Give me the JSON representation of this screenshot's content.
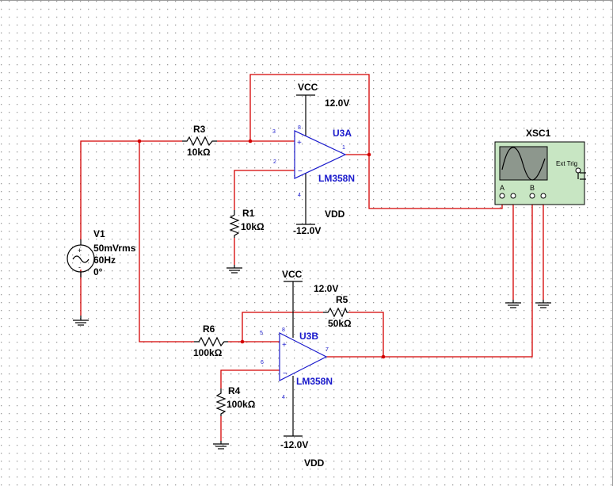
{
  "components": {
    "R3": {
      "ref": "R3",
      "value": "10kΩ"
    },
    "R1": {
      "ref": "R1",
      "value": "10kΩ"
    },
    "R5": {
      "ref": "R5",
      "value": "50kΩ"
    },
    "R6": {
      "ref": "R6",
      "value": "100kΩ"
    },
    "R4": {
      "ref": "R4",
      "value": "100kΩ"
    },
    "V1": {
      "ref": "V1",
      "amplitude": "50mVrms",
      "frequency": "60Hz",
      "phase": "0°"
    },
    "U3A": {
      "ref": "U3A",
      "part": "LM358N",
      "pins": {
        "noninv": "3",
        "inv": "2",
        "out": "1",
        "vplus": "8",
        "vminus": "4"
      }
    },
    "U3B": {
      "ref": "U3B",
      "part": "LM358N",
      "pins": {
        "noninv": "5",
        "inv": "6",
        "out": "7",
        "vplus": "8",
        "vminus": "4"
      }
    },
    "XSC1": {
      "ref": "XSC1",
      "ext_trig": "Ext Trig",
      "channel_a": "A",
      "channel_b": "B"
    }
  },
  "power": {
    "vcc_top": "VCC",
    "vcc_top_value": "12.0V",
    "vdd_top": "VDD",
    "vdd_top_value": "-12.0V",
    "vcc_bottom": "VCC",
    "vcc_bottom_value": "12.0V",
    "vdd_bottom": "VDD",
    "vdd_bottom_value": "-12.0V"
  },
  "colors": {
    "wire": "#d40000",
    "component": "#000000",
    "opamp": "#1a1acc",
    "grid_dot": "#9a9a9a",
    "scope_body": "#c8e6c3"
  }
}
